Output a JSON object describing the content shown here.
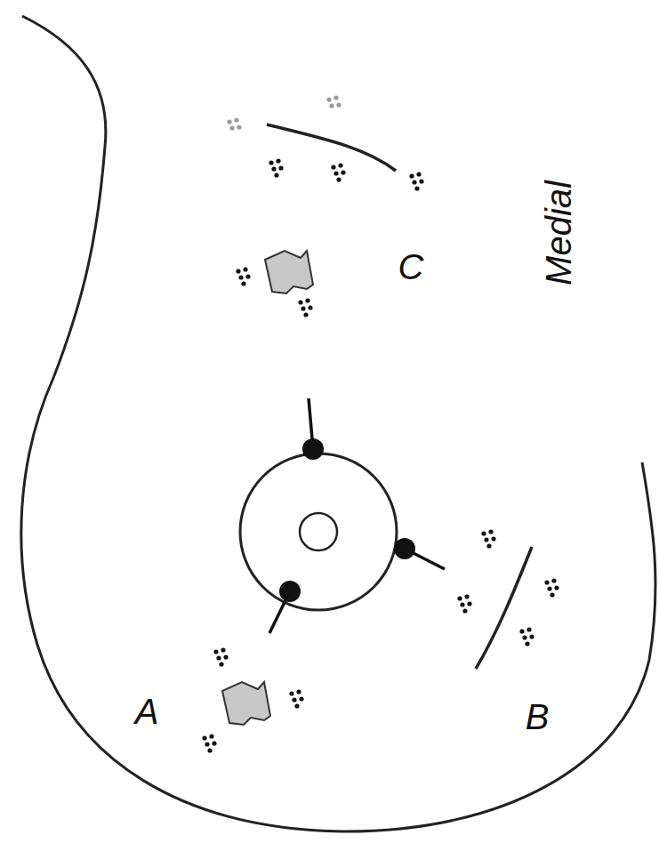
{
  "diagram": {
    "labels": [
      "A",
      "B",
      "C",
      "Medial"
    ]
  }
}
